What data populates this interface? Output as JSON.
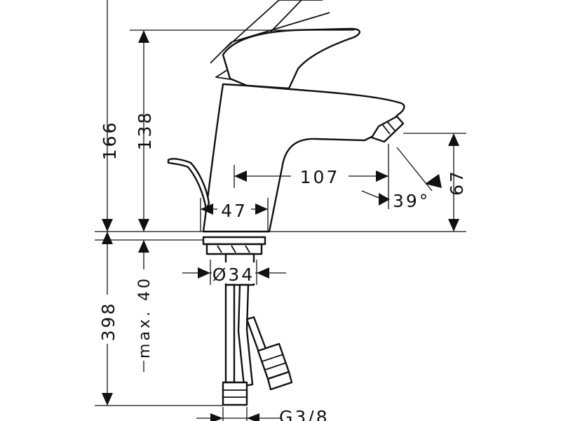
{
  "drawing": {
    "colors": {
      "line": "#111111",
      "background": "#ffffff"
    },
    "dimensions": {
      "total_height_above": "166",
      "spout_height": "138",
      "reach": "107",
      "base_width": "47",
      "angle": "39°",
      "outlet_height": "67",
      "hole_diameter": "Ø34",
      "total_below": "398",
      "max_thickness": "max. 40",
      "connection": "G3/8"
    }
  }
}
